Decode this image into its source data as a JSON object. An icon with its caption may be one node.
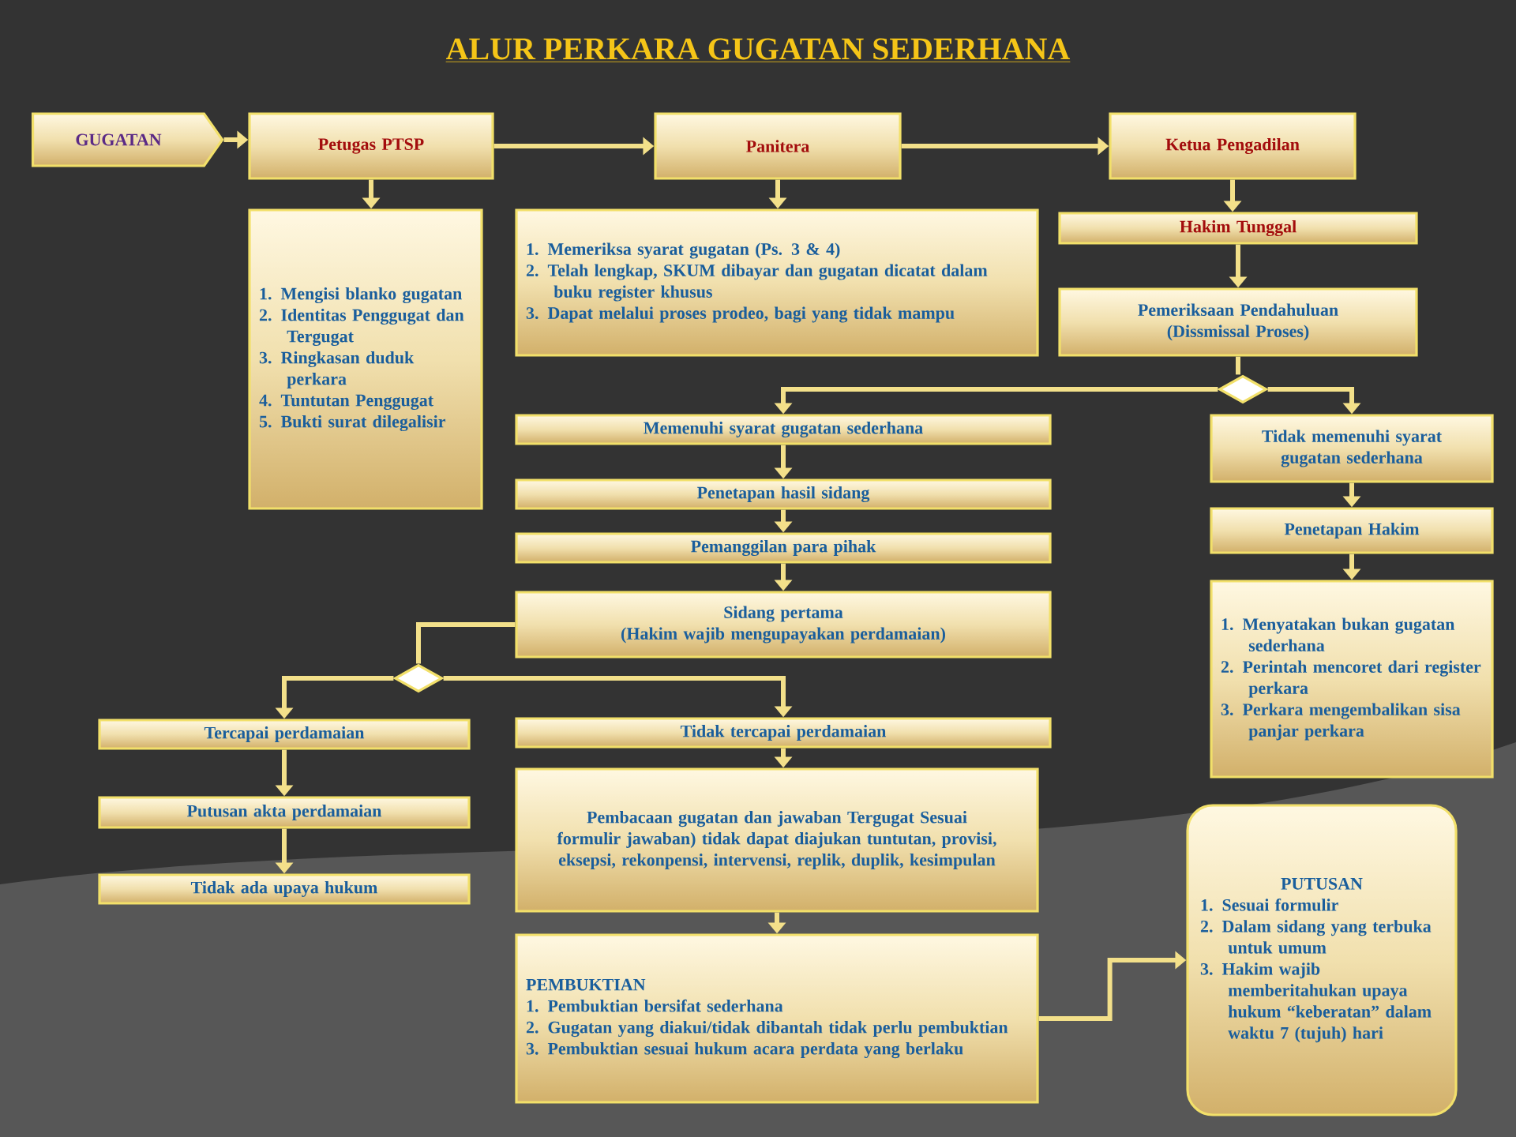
{
  "diagram": {
    "title": "ALUR PERKARA GUGATAN SEDERHANA",
    "nodes": [
      {
        "text": [
          "GUGATAN"
        ]
      },
      {
        "text": [
          "Petugas PTSP"
        ]
      },
      {
        "text": [
          "Panitera"
        ]
      },
      {
        "text": [
          "Ketua Pengadilan"
        ]
      },
      {
        "text": [
          "1. Mengisi blanko gugatan",
          "2. Identitas Penggugat dan Tergugat",
          "3. Ringkasan duduk perkara",
          "4. Tuntutan Penggugat",
          "5. Bukti surat dilegalisir"
        ]
      },
      {
        "text": [
          "1. Memeriksa syarat gugatan (Ps. 3 & 4)",
          "2. Telah lengkap, SKUM dibayar dan gugatan dicatat dalam buku register khusus",
          "3. Dapat melalui proses prodeo, bagi yang tidak mampu"
        ]
      },
      {
        "text": [
          "Hakim Tunggal"
        ]
      },
      {
        "text": [
          "Pemeriksaan Pendahuluan (Dissmissal Proses)"
        ]
      },
      {
        "text": [],
        "shape": "diamond"
      },
      {
        "text": [
          "Memenuhi syarat gugatan sederhana"
        ]
      },
      {
        "text": [
          "Tidak memenuhi syarat gugatan sederhana"
        ]
      },
      {
        "text": [
          "Penetapan hasil sidang"
        ]
      },
      {
        "text": [
          "Pemanggilan para pihak"
        ]
      },
      {
        "text": [
          "Sidang pertama",
          "(Hakim wajib mengupayakan perdamaian)"
        ]
      },
      {
        "text": [],
        "shape": "diamond"
      },
      {
        "text": [
          "Tercapai perdamaian"
        ]
      },
      {
        "text": [
          "Tidak tercapai perdamaian"
        ]
      },
      {
        "text": [
          "Penetapan Hakim"
        ]
      },
      {
        "text": [
          "1. Menyatakan bukan gugatan sederhana",
          "2. Perintah mencoret dari register perkara",
          "3. Perkara mengembalikan sisa panjar perkara"
        ]
      },
      {
        "text": [
          "Putusan akta perdamaian"
        ]
      },
      {
        "text": [
          "Tidak ada upaya hukum"
        ]
      },
      {
        "text": [
          "Pembacaan gugatan dan jawaban Tergugat Sesuai formulir jawaban) tidak dapat diajukan tuntutan, provisi, eksepsi, rekonpensi, intervensi, replik, duplik, kesimpulan"
        ]
      },
      {
        "text": [
          "PEMBUKTIAN",
          "1. Pembuktian bersifat sederhana",
          "2. Gugatan yang diakui/tidak dibantah tidak perlu pembuktian",
          "3. Pembuktian sesuai hukum acara perdata yang berlaku"
        ]
      },
      {
        "text": [
          "PUTUSAN",
          "1. Sesuai formulir",
          "2. Dalam sidang yang terbuka untuk umum",
          "3. Hakim wajib memberitahukan upaya hukum “keberatan” dalam waktu 7 (tujuh) hari"
        ]
      }
    ],
    "edges": [
      {
        "from": 0,
        "to": 1,
        "arrow": "to"
      },
      {
        "from": 1,
        "to": 2,
        "arrow": "to"
      },
      {
        "from": 2,
        "to": 3,
        "arrow": "to"
      },
      {
        "from": 1,
        "to": 4,
        "arrow": "to"
      },
      {
        "from": 2,
        "to": 5,
        "arrow": "to"
      },
      {
        "from": 3,
        "to": 6,
        "arrow": "to"
      },
      {
        "from": 6,
        "to": 7,
        "arrow": "to"
      },
      {
        "from": 7,
        "to": 8,
        "arrow": "none"
      },
      {
        "from": 8,
        "to": 9,
        "arrow": "to"
      },
      {
        "from": 8,
        "to": 10,
        "arrow": "to"
      },
      {
        "from": 9,
        "to": 11,
        "arrow": "to"
      },
      {
        "from": 11,
        "to": 12,
        "arrow": "to"
      },
      {
        "from": 12,
        "to": 13,
        "arrow": "to"
      },
      {
        "from": 13,
        "to": 14,
        "arrow": "none"
      },
      {
        "from": 14,
        "to": 15,
        "arrow": "to"
      },
      {
        "from": 14,
        "to": 16,
        "arrow": "to"
      },
      {
        "from": 10,
        "to": 17,
        "arrow": "to"
      },
      {
        "from": 17,
        "to": 18,
        "arrow": "to"
      },
      {
        "from": 15,
        "to": 19,
        "arrow": "to"
      },
      {
        "from": 19,
        "to": 20,
        "arrow": "to"
      },
      {
        "from": 16,
        "to": 21,
        "arrow": "to"
      },
      {
        "from": 21,
        "to": 22,
        "arrow": "to"
      },
      {
        "from": 22,
        "to": 23,
        "arrow": "to"
      }
    ]
  }
}
